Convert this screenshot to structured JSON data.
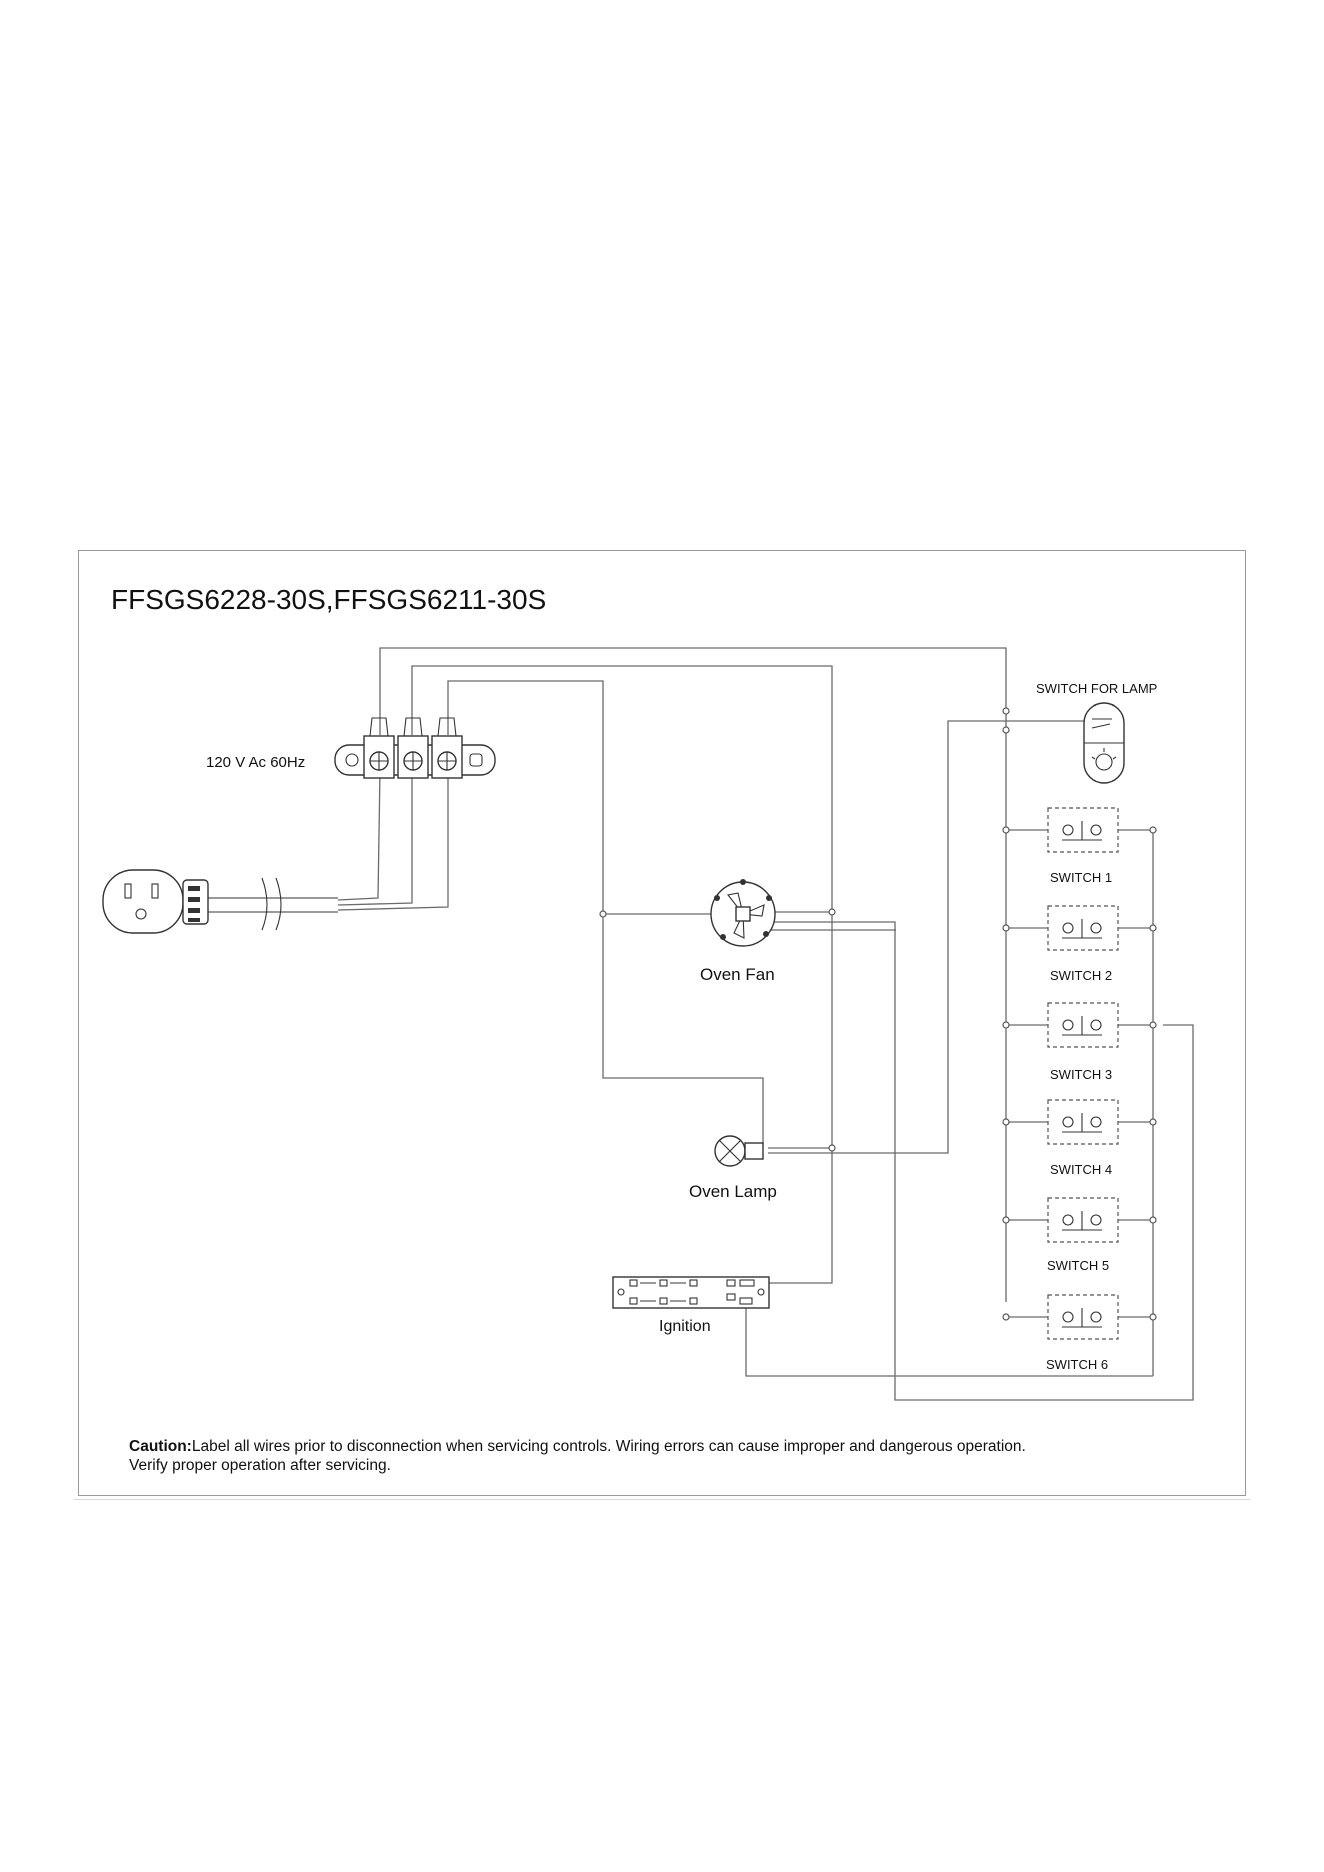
{
  "title": "FFSGS6228-30S,FFSGS6211-30S",
  "labels": {
    "power": "120 V Ac 60Hz",
    "switch_for_lamp": "SWITCH FOR LAMP",
    "oven_fan": "Oven Fan",
    "oven_lamp": "Oven Lamp",
    "ignition": "Ignition"
  },
  "switches": [
    "SWITCH 1",
    "SWITCH 2",
    "SWITCH 3",
    "SWITCH 4",
    "SWITCH 5",
    "SWITCH 6"
  ],
  "caution": {
    "prefix": "Caution:",
    "text": "Label all wires prior to disconnection when servicing controls. Wiring errors can cause improper and dangerous operation.",
    "line2": "Verify proper operation after servicing."
  }
}
